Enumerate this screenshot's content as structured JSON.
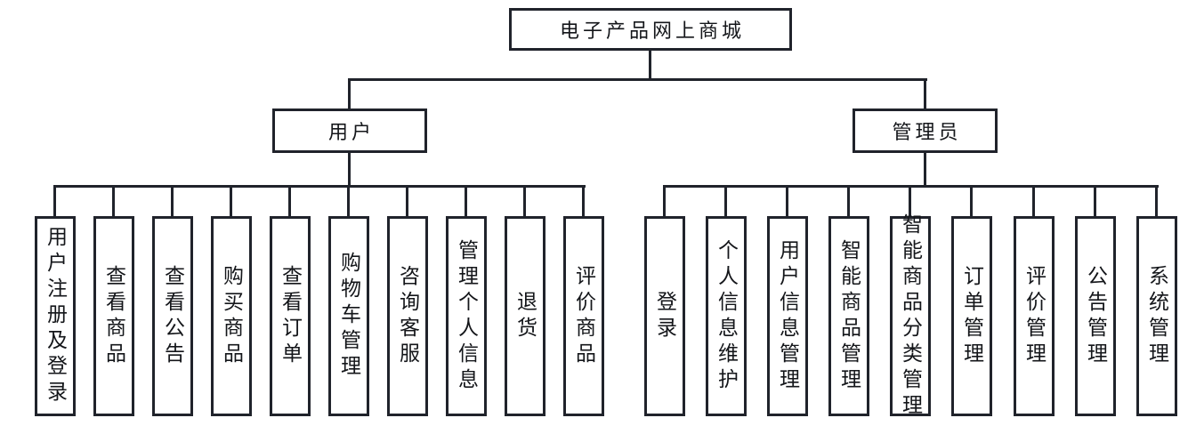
{
  "diagram": {
    "root": {
      "label": "电子产品网上商城"
    },
    "branches": [
      {
        "label": "用户",
        "children": [
          "用户注册及登录",
          "查看商品",
          "查看公告",
          "购买商品",
          "查看订单",
          "购物车管理",
          "咨询客服",
          "管理个人信息",
          "退货",
          "评价商品"
        ]
      },
      {
        "label": "管理员",
        "children": [
          "登录",
          "个人信息维护",
          "用户信息管理",
          "智能商品管理",
          "智能商品分类管理",
          "订单管理",
          "评价管理",
          "公告管理",
          "系统管理"
        ]
      }
    ],
    "colors": {
      "line": "#20232b",
      "background": "#ffffff"
    }
  }
}
